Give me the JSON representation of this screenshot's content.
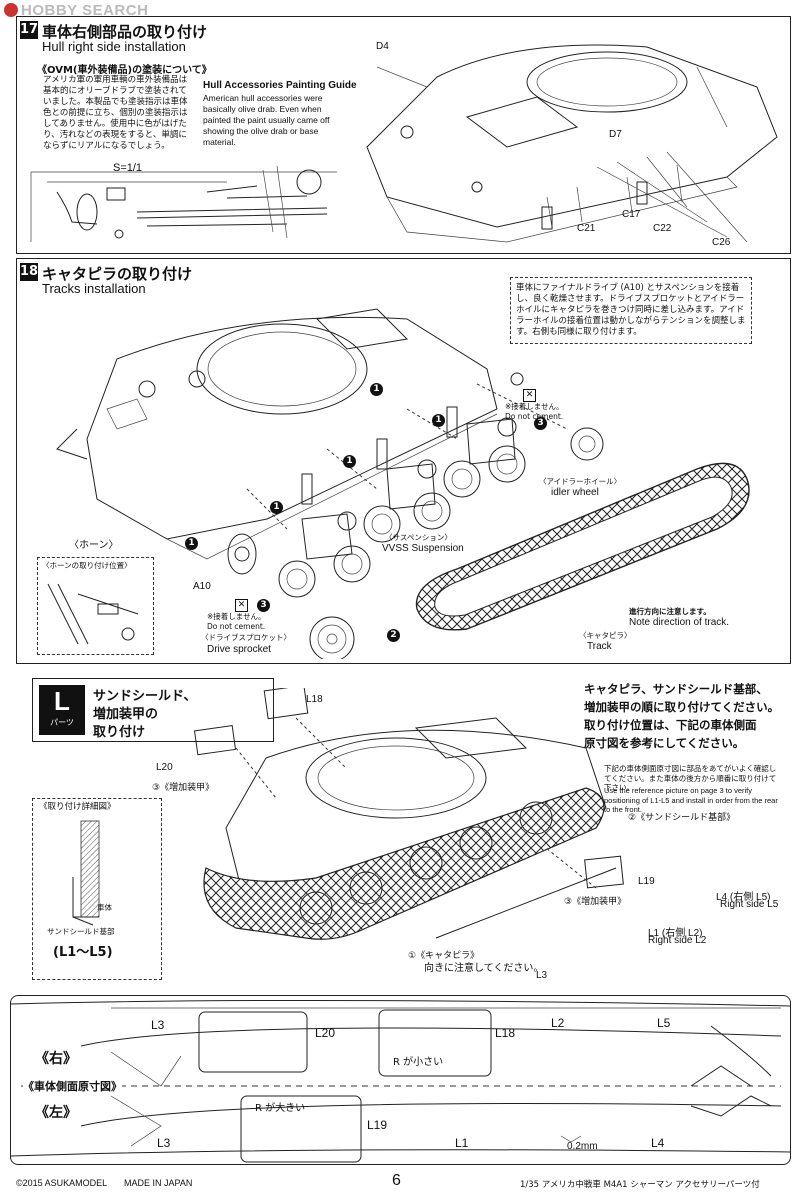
{
  "header": {
    "watermark": "HOBBY SEARCH"
  },
  "step17": {
    "number": "17",
    "title_jp": "車体右側部品の取り付け",
    "title_en": "Hull right side installation",
    "ovm_title": "《OVM(車外装備品)の塗装について》",
    "ovm_text": "アメリカ軍の軍用車輌の車外装備品は基本的にオリーブドラブで塗装されていました。本製品でも塗装指示は車体色との前提に立ち、個別の塗装指示はしてありません。使用中に色がはげたり、汚れなどの表現をすると、単調にならずにリアルになるでしょう。",
    "guide_title": "Hull Accessories Painting Guide",
    "guide_text": "American hull accessories were basically olive drab. Even when painted the paint usually came off showing the olive drab or base material.",
    "scale": "S=1/1",
    "parts": [
      "D4",
      "D7",
      "C17",
      "C22",
      "C21",
      "C26"
    ]
  },
  "step18": {
    "number": "18",
    "title_jp": "キャタピラの取り付け",
    "title_en": "Tracks installation",
    "note_jp": "車体にファイナルドライブ (A10) とサスペンションを接着し、良く乾燥させます。ドライブスプロケットとアイドラーホイルにキャタピラを巻きつけ同時に差し込みます。アイドラーホイルの接着位置は動かしながらテンションを調整します。右側も同様に取り付けます。",
    "no_cement_jp": "※接着しません。",
    "no_cement_en": "Do not cement.",
    "idler_jp": "〈アイドラーホイール〉",
    "idler_en": "idler wheel",
    "suspension_jp": "〈サスペンション〉",
    "suspension_en": "VVSS Suspension",
    "horn_jp": "〈ホーン〉",
    "horn_pos_jp": "〈ホーンの取り付け位置〉",
    "sprocket_jp": "〈ドライブスプロケット〉",
    "sprocket_en": "Drive sprocket",
    "track_jp": "〈キャタピラ〉",
    "track_en": "Track",
    "direction_jp": "進行方向に注意します。",
    "direction_en": "Note direction of track.",
    "part_a10": "A10",
    "step_nums": [
      "1",
      "1",
      "1",
      "1",
      "1",
      "2",
      "3",
      "3"
    ]
  },
  "stepL": {
    "badge": "L",
    "badge_sub": "パーツ",
    "title_jp_1": "サンドシールド、",
    "title_jp_2": "増加装甲の",
    "title_jp_3": "取り付け",
    "instr_1": "キャタピラ、サンドシールド基部、",
    "instr_2": "増加装甲の順に取り付けてください。",
    "instr_3": "取り付け位置は、下記の車体側面",
    "instr_4": "原寸図を参考にしてください。",
    "sub_jp": "下記の車体側面原寸図に部品をあてがいよく確認してください。また車体の後方から順番に取り付けて下さい。",
    "sub_en": "Use the reference picture on page 3 to verify positioning of L1-L5 and install in order from the rear to the front.",
    "sand_base": "②《サンドシールド基部》",
    "armor_left": "③《増加装甲》",
    "armor_right": "③《増加装甲》",
    "track_note": "①《キャタピラ》",
    "track_note2": "向きに注意してください。",
    "detail_title": "《取り付け詳細図》",
    "detail_hull": "車体",
    "detail_base": "サンドシールド基部",
    "detail_range": "(L1〜L5)",
    "parts": {
      "L18": "L18",
      "L20": "L20",
      "L19": "L19",
      "L4": "L4 (右側 L5)",
      "L4_en": "Right side L5",
      "L1": "L1 (右側 L2)",
      "L1_en": "Right side L2",
      "L3": "L3"
    }
  },
  "template": {
    "right": "《右》",
    "left": "《左》",
    "title": "《車体側面原寸図》",
    "r_small": "R が小さい",
    "r_large": "R が大きい",
    "gap": "0.2mm",
    "labels_top": [
      "L3",
      "L20",
      "L18",
      "L2",
      "L5"
    ],
    "labels_bottom": [
      "L3",
      "L19",
      "L1",
      "L4"
    ]
  },
  "footer": {
    "copyright": "©2015 ASUKAMODEL",
    "made": "MADE IN JAPAN",
    "page": "6",
    "product": "1/35 アメリカ中戦車 M4A1 シャーマン アクセサリーパーツ付"
  }
}
